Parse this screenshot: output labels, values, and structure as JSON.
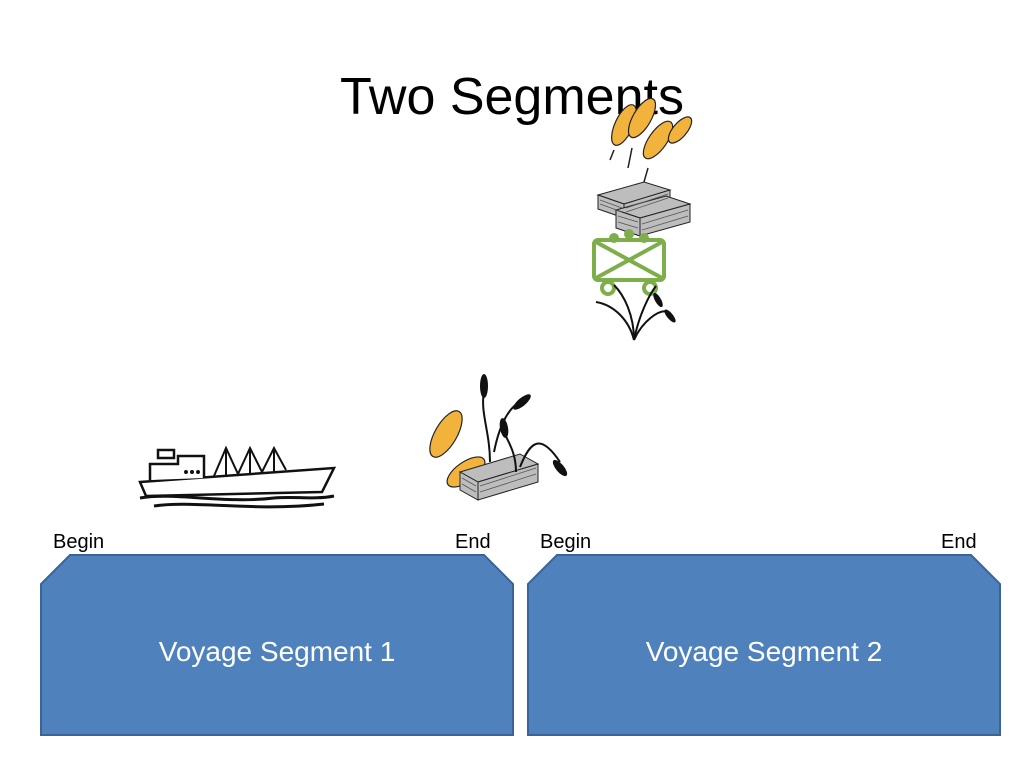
{
  "slide": {
    "title": "Two Segments",
    "colors": {
      "segment_fill": "#4f81bd",
      "segment_stroke": "#3a6495",
      "grain": "#f2b33d",
      "cart": "#7dae4a"
    }
  },
  "segments": [
    {
      "label": "Voyage Segment 1",
      "begin_label": "Begin",
      "end_label": "End"
    },
    {
      "label": "Voyage Segment 2",
      "begin_label": "Begin",
      "end_label": "End"
    }
  ],
  "icons": [
    "ship-icon",
    "wheat-bale-icon",
    "cargo-stack-icon"
  ]
}
